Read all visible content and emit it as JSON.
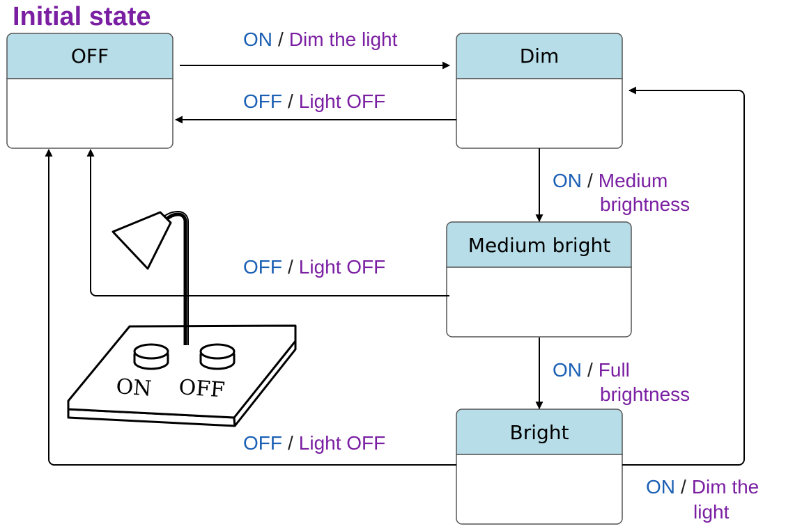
{
  "title": "Initial state",
  "states": {
    "off": "OFF",
    "dim": "Dim",
    "medium": "Medium bright",
    "bright": "Bright"
  },
  "transitions": {
    "off_to_dim": {
      "event": "ON",
      "action": "Dim the light"
    },
    "dim_to_off": {
      "event": "OFF",
      "action": "Light OFF"
    },
    "dim_to_medium": {
      "event": "ON",
      "action": "Medium",
      "action_line2": "brightness"
    },
    "medium_to_off": {
      "event": "OFF",
      "action": "Light OFF"
    },
    "medium_to_bright": {
      "event": "ON",
      "action": "Full",
      "action_line2": "brightness"
    },
    "bright_to_off": {
      "event": "OFF",
      "action": "Light OFF"
    },
    "bright_to_dim": {
      "event": "ON",
      "action": "Dim the",
      "action_line2": "light"
    }
  },
  "lamp": {
    "on_label": "ON",
    "off_label": "OFF"
  },
  "separator": "/",
  "colors": {
    "title": "#7a1fa2",
    "event": "#1a5fb4",
    "action": "#7a1fa2",
    "state_header": "#b7dde8",
    "state_border": "#555555"
  }
}
